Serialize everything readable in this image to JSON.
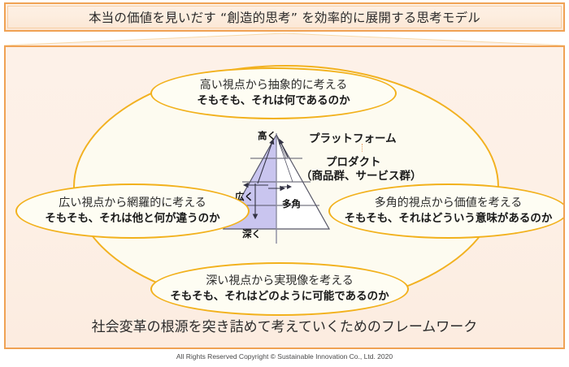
{
  "header": {
    "title": "本当の価値を見いだす “創造的思考” を効率的に展開する思考モデル"
  },
  "diagram": {
    "satellites": [
      {
        "id": "top",
        "line1": "高い視点から抽象的に考える",
        "line2": "そもそも、それは何であるのか"
      },
      {
        "id": "left",
        "line1": "広い視点から網羅的に考える",
        "line2": "そもそも、それは他と何が違うのか"
      },
      {
        "id": "right",
        "line1": "多角的視点から価値を考える",
        "line2": "そもそも、それはどういう意味があるのか"
      },
      {
        "id": "bottom",
        "line1": "深い視点から実現像を考える",
        "line2": "そもそも、それはどのように可能であるのか"
      }
    ],
    "pyramid": {
      "axis_labels": {
        "high": "高く",
        "wide": "広く",
        "multiangle": "多角",
        "deep": "深く"
      },
      "tiers": 4,
      "fill_left": "#c9c5ef",
      "fill_right": "#ffffff",
      "stroke": "#555566"
    },
    "annotations": {
      "platform": "プラットフォーム",
      "product": "プロダクト",
      "product_sub": "（商品群、サービス群）"
    }
  },
  "footer": {
    "caption": "社会変革の根源を突き詰めて考えていくためのフレームワーク",
    "copyright": "All Rights Reserved Copyright © Sustainable Innovation Co., Ltd.  2020"
  },
  "colors": {
    "accent_border": "#f0a254",
    "ellipse_border": "#f2b11c",
    "panel_bg": "#fdf0e6",
    "pyramid_fill": "#c9c5ef"
  }
}
